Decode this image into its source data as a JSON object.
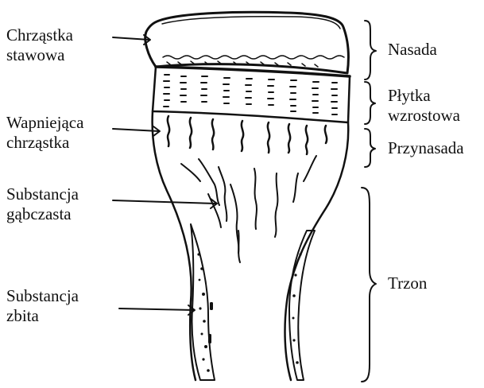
{
  "left_labels": {
    "articular_cartilage": [
      "Chrząstka",
      "stawowa"
    ],
    "calcifying_cartilage": [
      "Wapniejąca",
      "chrząstka"
    ],
    "spongy_bone": [
      "Substancja",
      "gąbczasta"
    ],
    "compact_bone": [
      "Substancja",
      "zbita"
    ]
  },
  "right_labels": {
    "epiphysis": "Nasada",
    "growth_plate": [
      "Płytka",
      "wzrostowa"
    ],
    "metaphysis": "Przynasada",
    "diaphysis": "Trzon"
  },
  "colors": {
    "ink": "#111111",
    "background": "#ffffff"
  }
}
